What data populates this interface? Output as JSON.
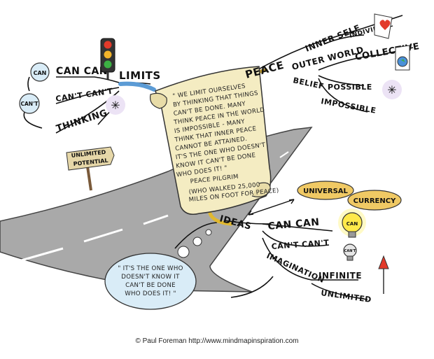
{
  "branches": {
    "can_small": "CAN",
    "cant_small": "CAN'T",
    "can_can": "CAN CAN",
    "cant_cant": "CAN'T CAN'T",
    "thinking": "THINKING",
    "limits": "LIMITS",
    "peace": "PEACE",
    "inner_self": "INNER SELF",
    "individual": "INDIVIDUAL",
    "outer_world": "OUTER WORLD",
    "collective": "COLLECTIVE",
    "belief": "BELIEF",
    "possible": "POSSIBLE",
    "impossible": "IMPOSSIBLE",
    "ideas": "IDEAS",
    "ideas_can_can": "CAN CAN",
    "ideas_cant_cant": "CAN'T CAN'T",
    "imagination": "IMAGINATION",
    "infinite": "INFINITE",
    "unlimited": "UNLIMITED",
    "universal": "UNIVERSAL",
    "currency": "CURRENCY",
    "bulb_can": "CAN",
    "bulb_cant": "CAN'T"
  },
  "signpost": {
    "line1": "UNLIMITED",
    "line2": "POTENTIAL"
  },
  "scroll": {
    "lines": [
      "\" WE LIMIT OURSELVES",
      "BY THINKING THAT THINGS",
      "CAN'T BE DONE. MANY",
      "THINK PEACE IN THE WORLD",
      "IS IMPOSSIBLE - MANY",
      "THINK THAT INNER PEACE",
      "CANNOT BE ATTAINED.",
      "IT'S THE ONE WHO DOESN'T",
      "KNOW IT CAN'T BE DONE",
      "WHO DOES IT! \""
    ],
    "author": "PEACE PILGRIM",
    "author_note_line1": "(WHO WALKED 25,000",
    "author_note_line2": "MILES ON FOOT FOR PEACE)"
  },
  "thought_bubble": {
    "lines": [
      "\" IT'S THE ONE WHO",
      "DOESN'T KNOW IT",
      "CAN'T BE DONE",
      "WHO DOES IT! \""
    ]
  },
  "credit": "© Paul Foreman http://www.mindmapinspiration.com",
  "colors": {
    "road": "#a9a9a9",
    "scroll": "#f4ecc2",
    "limits_branch": "#5b9bd5",
    "peace_branch": "#b8962e",
    "ideas_branch": "#e0b830",
    "bubble": "#d9ecf7",
    "coin": "#f0c964",
    "bulb": "#ffe94a",
    "traffic_red": "#e23a2a",
    "traffic_amber": "#f2b32a",
    "traffic_green": "#3cb043"
  },
  "icons": [
    "traffic-light-icon",
    "heart-icon",
    "globe-icon",
    "sparkle-icon",
    "light-bulb-icon",
    "arrow-up-icon",
    "signpost-icon",
    "scroll-icon"
  ]
}
